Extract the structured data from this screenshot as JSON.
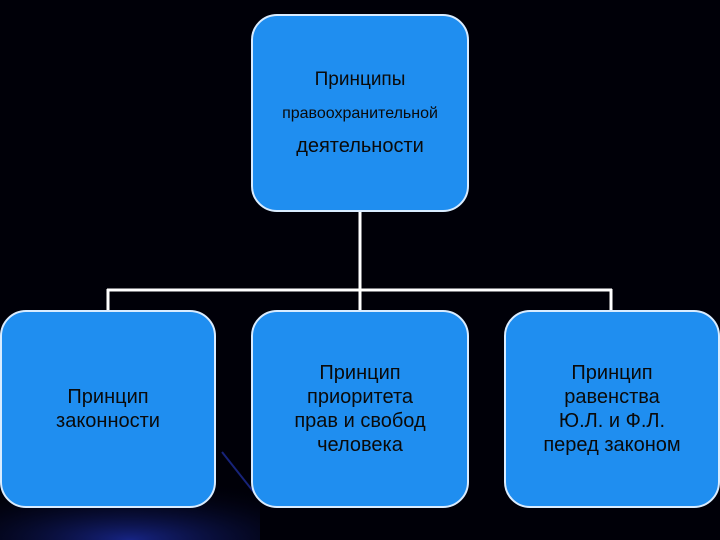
{
  "diagram": {
    "root": {
      "lines": [
        "Принципы",
        "правоохранительной",
        "деятельности"
      ]
    },
    "children": [
      {
        "lines": [
          "Принцип",
          "законности"
        ]
      },
      {
        "lines": [
          "Принцип",
          "приоритета",
          "прав и свобод",
          "человека"
        ]
      },
      {
        "lines": [
          "Принцип",
          "равенства",
          "Ю.Л. и Ф.Л.",
          "перед законом"
        ]
      }
    ]
  },
  "colors": {
    "background": "#000008",
    "box_fill": "#1f8ef0",
    "box_border": "#d9ecff",
    "connector": "#ffffff",
    "text": "#0a0a0a"
  }
}
